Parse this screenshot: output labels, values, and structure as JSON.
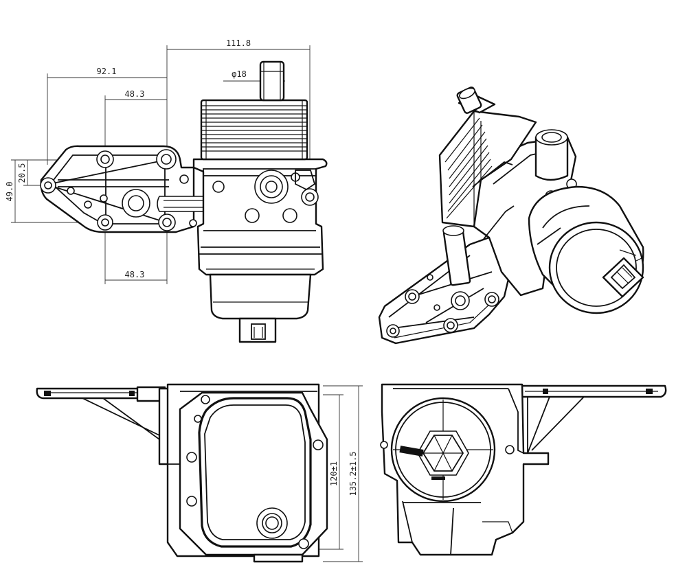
{
  "dimensions": {
    "overall_width": "111.8",
    "diameter": "φ18",
    "offset_left": "92.1",
    "bolt_spacing_top": "48.3",
    "bolt_spacing_bottom": "48.3",
    "height_small": "20.5",
    "height_large": "49.0",
    "height_120": "120±1",
    "height_135": "135.2±1.5"
  },
  "views": [
    "front-view",
    "isometric-view",
    "bottom-left-view",
    "bottom-right-view"
  ],
  "line_color": "#111111",
  "background": "#ffffff"
}
